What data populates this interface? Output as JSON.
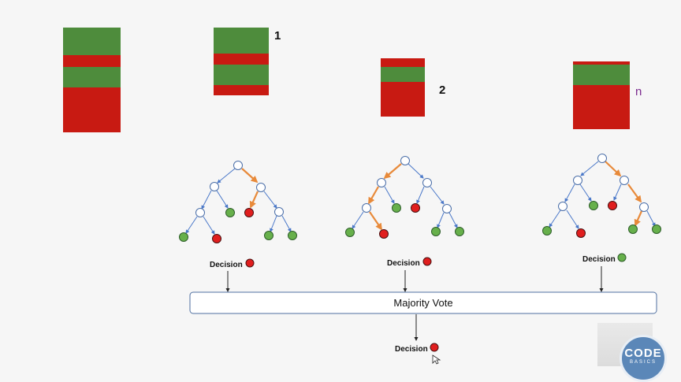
{
  "colors": {
    "green": "#4e8c3c",
    "red": "#c81a12",
    "arrow_blue": "#4a78c9",
    "arrow_orange": "#e88a3a",
    "node_fill": "#ffffff",
    "node_green": "#67b04b",
    "node_red": "#e01e1e",
    "n_label": "#7b2a8e"
  },
  "dataset": {
    "segments": [
      "green",
      "red",
      "green",
      "red"
    ]
  },
  "samples": [
    {
      "label": "1",
      "segments": [
        "green",
        "red",
        "green",
        "red"
      ],
      "decision_label": "Decision",
      "decision_color": "red"
    },
    {
      "label": "2",
      "segments": [
        "red",
        "green",
        "red"
      ],
      "decision_label": "Decision",
      "decision_color": "red"
    },
    {
      "label": "n",
      "segments": [
        "red",
        "green",
        "red"
      ],
      "decision_label": "Decision",
      "decision_color": "green"
    }
  ],
  "majority_vote": {
    "label": "Majority Vote"
  },
  "final_decision": {
    "label": "Decision",
    "color": "red"
  },
  "logo": {
    "line1": "CODE",
    "line2": "BASICS"
  },
  "icons": [
    "tree-node-icon",
    "arrow-icon",
    "cursor-icon"
  ]
}
